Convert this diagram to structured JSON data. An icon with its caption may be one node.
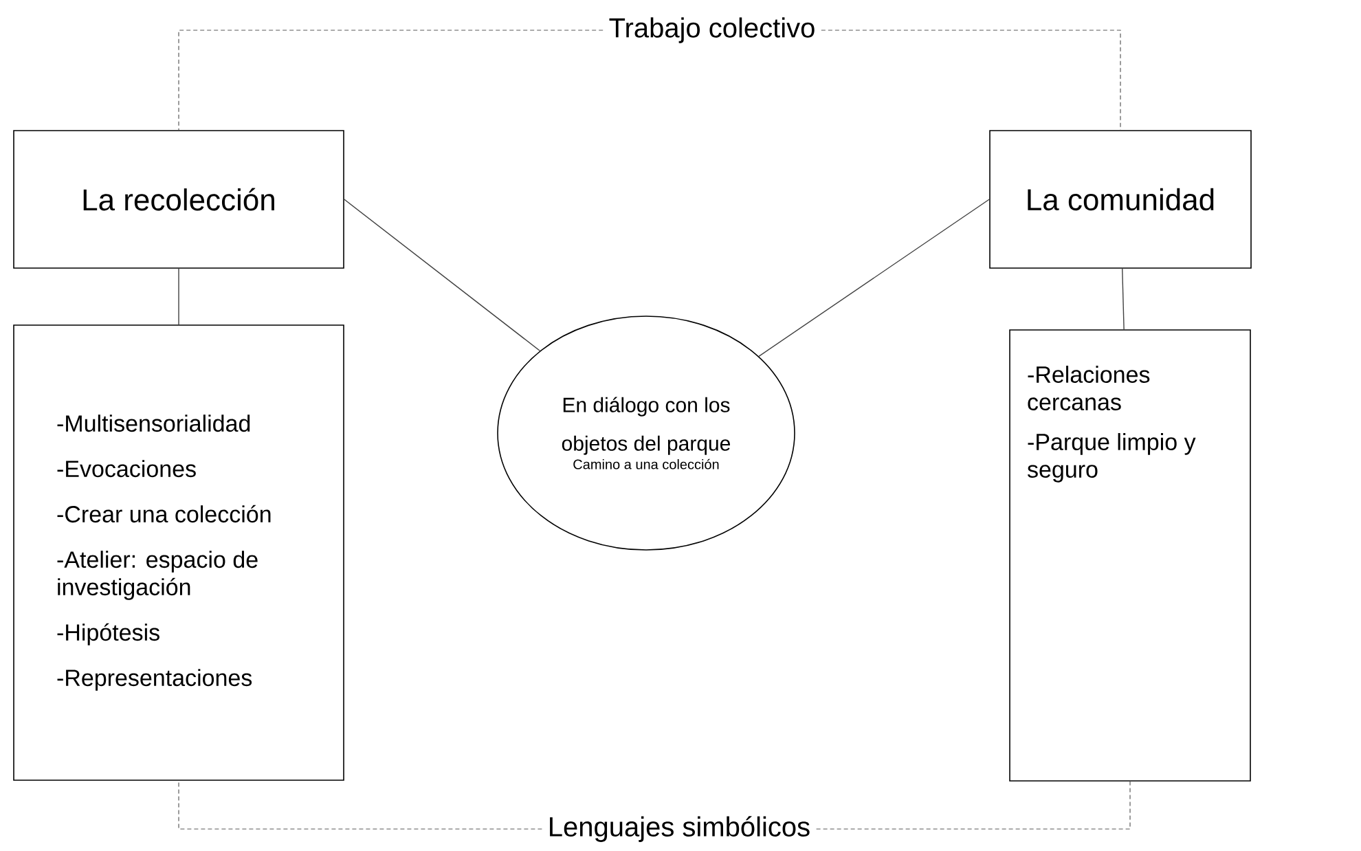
{
  "diagram": {
    "nodes": [
      {
        "text": [
          "Trabajo colectivo"
        ]
      },
      {
        "text": [
          "La recolección"
        ]
      },
      {
        "text": [
          "La comunidad"
        ]
      },
      {
        "text": [
          "-Multisensorialidad",
          "-Evocaciones",
          "-Crear una colección",
          "-Atelier: espacio de investigación",
          "-Hipótesis",
          "-Representaciones"
        ]
      },
      {
        "text": [
          "En diálogo con los objetos del parque",
          "Camino a una colección"
        ]
      },
      {
        "text": [
          "-Relaciones cercanas",
          "-Parque limpio y seguro"
        ]
      },
      {
        "text": [
          "Lenguajes simbólicos"
        ]
      }
    ],
    "edges": [
      {
        "from": 0,
        "to": 1,
        "arrow": "none",
        "style": "dashed"
      },
      {
        "from": 0,
        "to": 2,
        "arrow": "none",
        "style": "dashed"
      },
      {
        "from": 1,
        "to": 3,
        "arrow": "none"
      },
      {
        "from": 1,
        "to": 4,
        "arrow": "none"
      },
      {
        "from": 2,
        "to": 4,
        "arrow": "none"
      },
      {
        "from": 2,
        "to": 5,
        "arrow": "none"
      },
      {
        "from": 6,
        "to": 3,
        "arrow": "none",
        "style": "dashed"
      },
      {
        "from": 6,
        "to": 5,
        "arrow": "none",
        "style": "dashed"
      }
    ]
  }
}
